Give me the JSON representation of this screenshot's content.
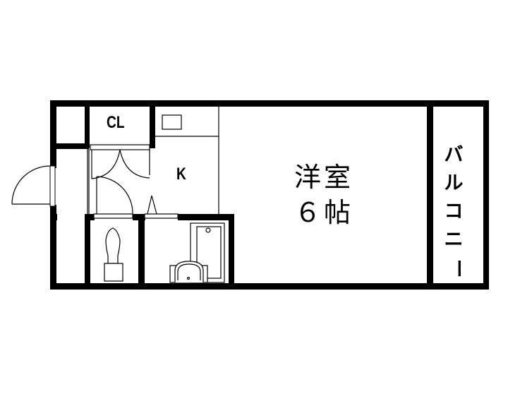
{
  "floor_plan": {
    "rooms": {
      "closet": {
        "label": "CL"
      },
      "kitchen": {
        "label": "K"
      },
      "western_room": {
        "label_line1": "洋室",
        "label_line2": "６帖"
      },
      "balcony": {
        "label": "バルコニー",
        "chars": [
          "バ",
          "ル",
          "コ",
          "ニ",
          "ー"
        ]
      }
    },
    "fixtures": [
      "entrance-door",
      "closet-double-door",
      "interior-door",
      "toilet",
      "bathtub",
      "washbasin",
      "stove"
    ],
    "colors": {
      "wall": "#000000",
      "background": "#ffffff",
      "line": "#000000"
    }
  }
}
